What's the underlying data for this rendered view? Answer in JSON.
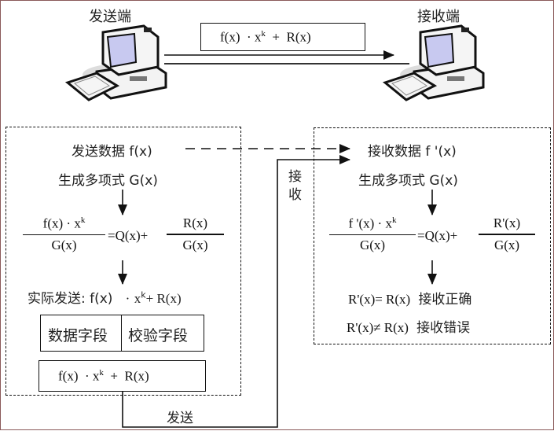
{
  "top": {
    "sender_label": "发送端",
    "receiver_label": "接收端",
    "transmit_formula": {
      "f": "f(x)",
      "dot": "·",
      "x": "x",
      "exp": "k",
      "plus": "+",
      "r": "R(x)"
    }
  },
  "sender": {
    "data_label": "发送数据 f(x)",
    "gen_poly": "生成多项式 G(x)",
    "eq": {
      "num": "f(x) · x",
      "num_exp": "k",
      "den": "G(x)",
      "mid": "=Q(x)+",
      "rnum": "R(x)",
      "rden": "G(x)"
    },
    "actual_send": {
      "prefix": "实际发送: f(x)",
      "dot": "·",
      "x": "x",
      "exp": "k",
      "suffix": "+ R(x)"
    },
    "fields": {
      "data": "数据字段",
      "check": "校验字段"
    },
    "frame": {
      "f": "f(x)",
      "dot": "·",
      "x": "x",
      "exp": "k",
      "plus": "+",
      "r": "R(x)"
    },
    "send_label": "发送"
  },
  "receiver": {
    "data_label": "接收数据 f '(x)",
    "gen_poly": "生成多项式 G(x)",
    "eq": {
      "num": "f '(x) · x",
      "num_exp": "k",
      "den": "G(x)",
      "mid": "=Q(x)+",
      "rnum": "R'(x)",
      "rden": "G(x)"
    },
    "ok": {
      "cond": "R'(x)= R(x)",
      "text": "接收正确"
    },
    "err": {
      "cond": "R'(x)≠ R(x)",
      "text": "接收错误"
    },
    "receive_label_1": "接",
    "receive_label_2": "收"
  }
}
